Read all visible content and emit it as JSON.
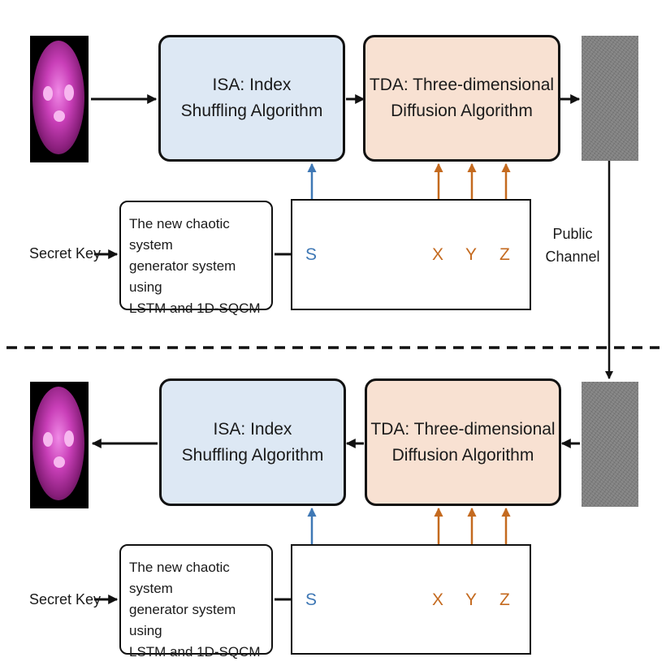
{
  "diagram": {
    "encryption": {
      "isa_box": {
        "line1": "ISA: Index",
        "line2": "Shuffling Algorithm"
      },
      "tda_box": {
        "line1": "TDA: Three-dimensional",
        "line2": "Diffusion Algorithm"
      },
      "generator": {
        "line1": "The new chaotic system",
        "line2": "generator system using",
        "line3": "LSTM and 1D-SQCM"
      },
      "secret_key": "Secret Key",
      "keys": {
        "s": "S",
        "x": "X",
        "y": "Y",
        "z": "Z"
      }
    },
    "channel": {
      "line1": "Public",
      "line2": "Channel"
    },
    "decryption": {
      "isa_box": {
        "line1": "ISA: Index",
        "line2": "Shuffling Algorithm"
      },
      "tda_box": {
        "line1": "TDA: Three-dimensional",
        "line2": "Diffusion Algorithm"
      },
      "generator": {
        "line1": "The new chaotic system",
        "line2": "generator system using",
        "line3": "LSTM and 1D-SQCM"
      },
      "secret_key": "Secret Key",
      "keys": {
        "s": "S",
        "x": "X",
        "y": "Y",
        "z": "Z"
      }
    },
    "colors": {
      "isa_fill": "#dde8f4",
      "tda_fill": "#f8e1d2",
      "s_arrow": "#3f78b5",
      "xyz_arrow": "#c46a1f",
      "cipher_noise": "#7d7d7d",
      "plain_image": "#c93fb8"
    }
  }
}
